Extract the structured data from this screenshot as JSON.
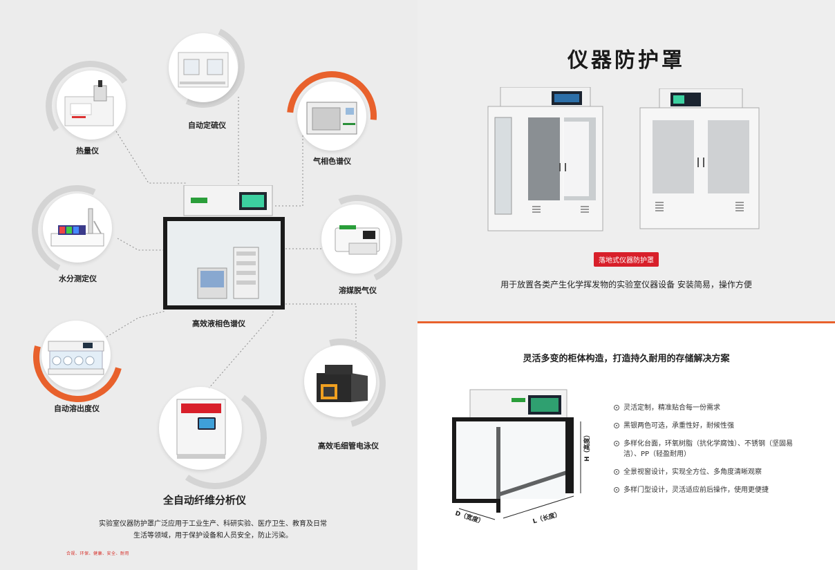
{
  "left": {
    "instruments": {
      "calorimeter": "热量仪",
      "sulfur": "自动定硫仪",
      "gc": "气相色谱仪",
      "moisture": "水分测定仪",
      "degasser": "溶媒脱气仪",
      "hplc": "高效液相色谱仪",
      "dissolution": "自动溶出度仪",
      "electrophoresis": "高效毛细管电泳仪",
      "fiber": "全自动纤维分析仪"
    },
    "caption_line1": "实验室仪器防护罩广泛应用于工业生产、科研实验、医疗卫生、教育及日常",
    "caption_line2": "生活等领域，用于保护设备和人员安全，防止污染。",
    "footer_tags": "合规、环保、健康、安全、耐用"
  },
  "right": {
    "title": "仪器防护罩",
    "badge": "落地式仪器防护罩",
    "description": "用于放置各类产生化学挥发物的实验室仪器设备  安装简易，操作方便",
    "subtitle": "灵活多变的柜体构造，打造持久耐用的存储解决方案",
    "features": [
      "灵活定制，精准贴合每一份需求",
      "黑银两色可选，承重性好，耐候性强",
      "多样化台面，环氧树脂（抗化学腐蚀）、不锈钢（坚固易洁）、PP（轻盈耐用）",
      "全景视窗设计，实现全方位、多角度清晰观察",
      "多样门型设计，灵活适应前后操作，使用更便捷"
    ],
    "dimensions": {
      "height": "H（高度）",
      "length": "L（长度）",
      "depth": "D（宽度）"
    }
  },
  "colors": {
    "accent_orange": "#e8612c",
    "badge_red": "#d81f2a",
    "arc_gray": "#d4d4d4",
    "frame_black": "#1a1a1a"
  }
}
